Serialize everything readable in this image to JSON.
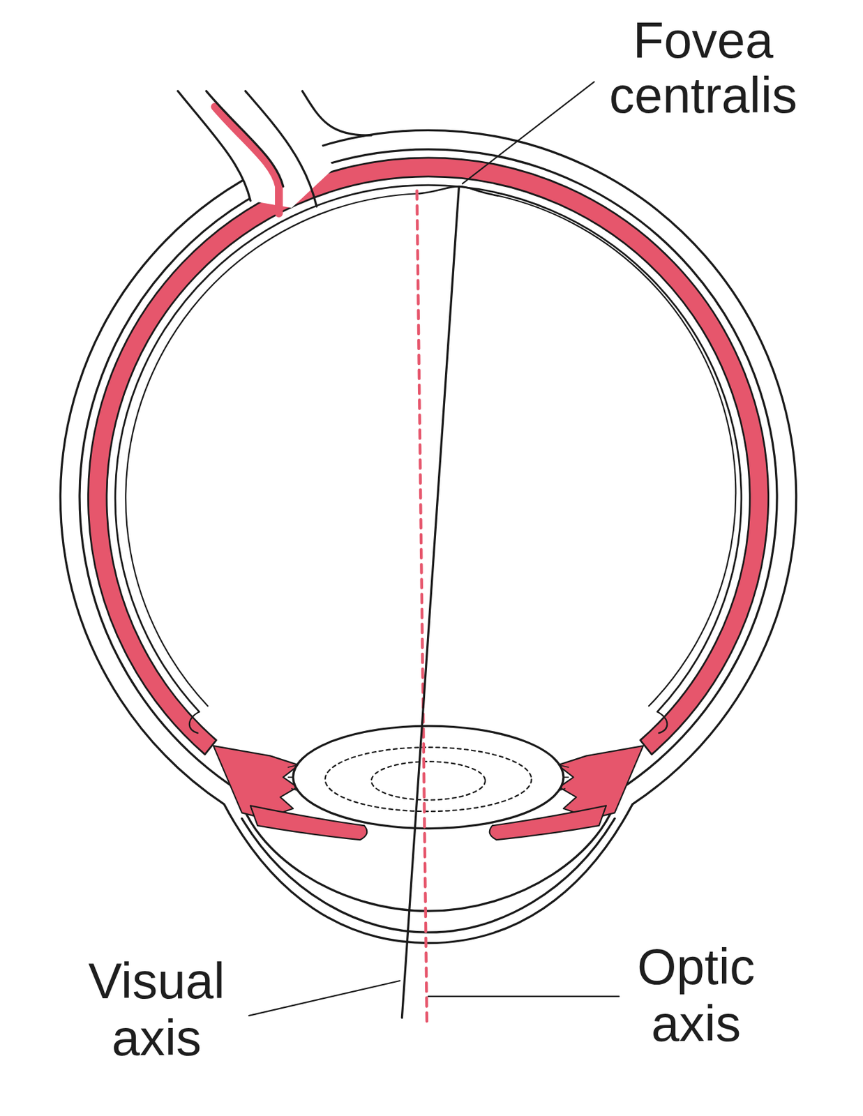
{
  "diagram": {
    "labels": [
      "Fovea centralis",
      "Visual axis",
      "Optic axis"
    ]
  }
}
